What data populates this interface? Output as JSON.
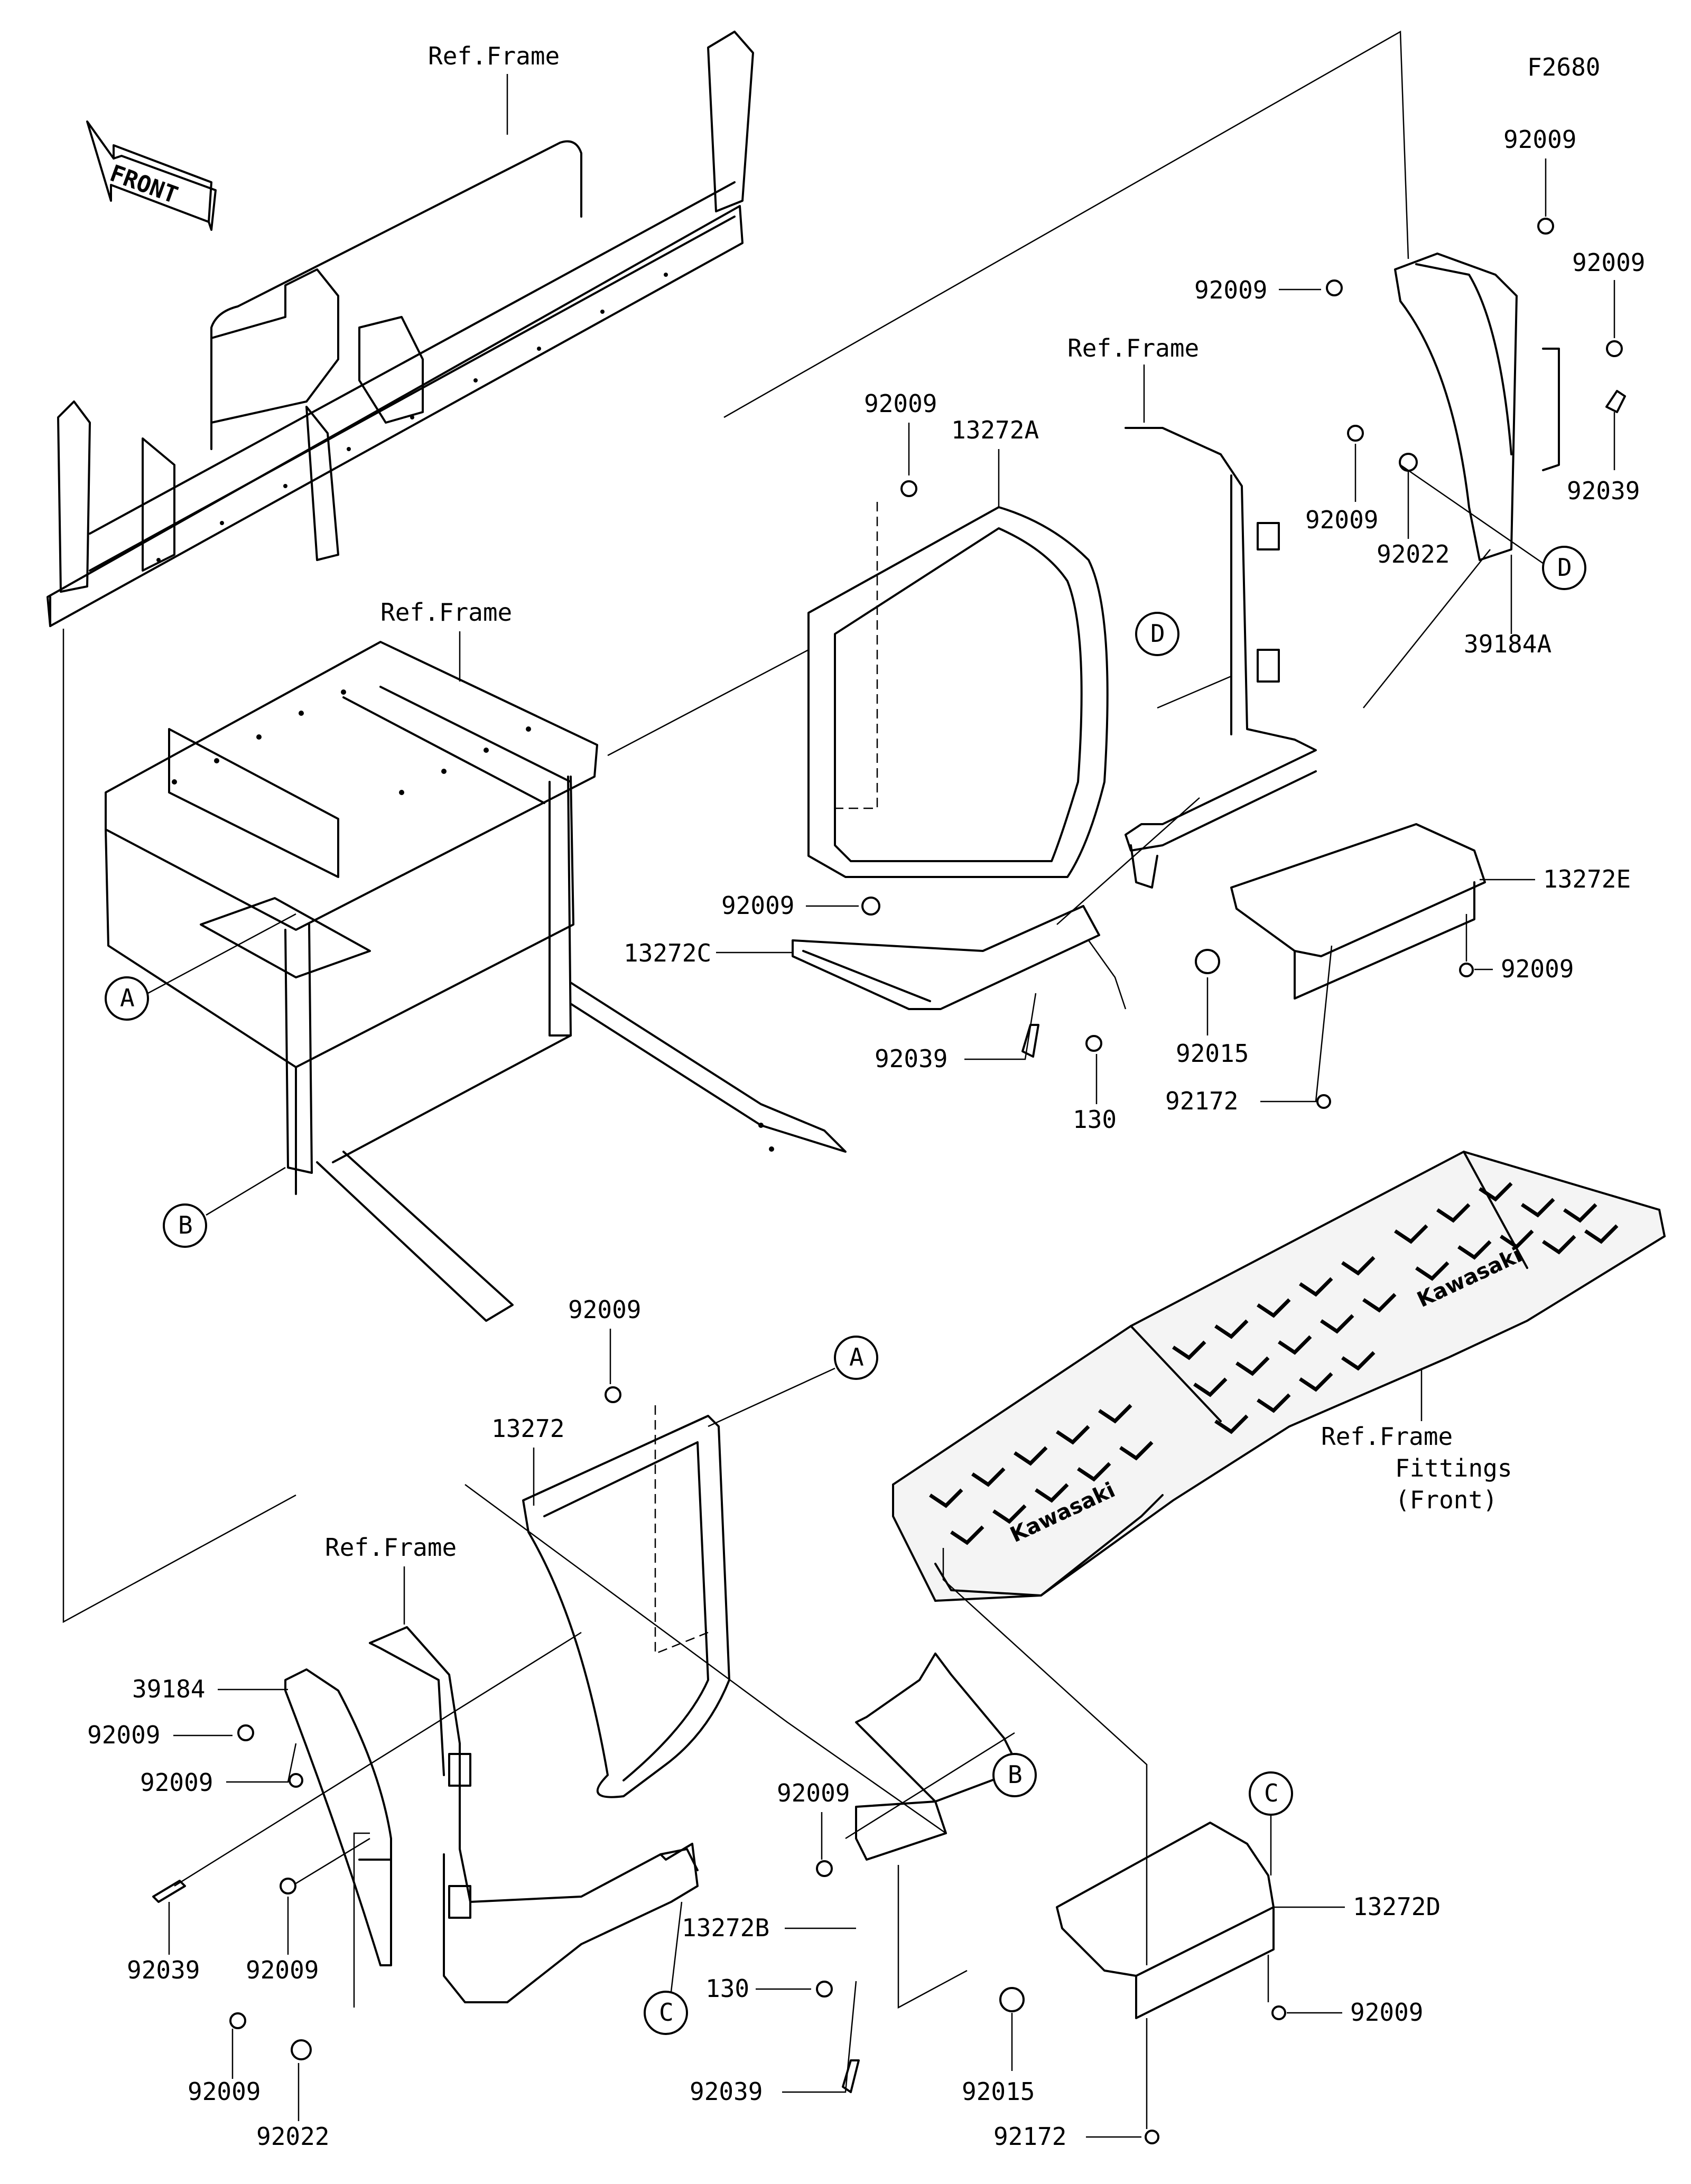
{
  "diagram_code": "F2680",
  "front_label": "FRONT",
  "mat_brand": "Kawasaki",
  "labels": {
    "ref_frame_top": "Ref.Frame",
    "ref_frame_mid_left": "Ref.Frame",
    "ref_frame_mid_right": "Ref.Frame",
    "ref_frame_lower": "Ref.Frame",
    "fittings_1": "Ref.Frame",
    "fittings_2": "Fittings",
    "fittings_3": "(Front)",
    "p_92009_a": "92009",
    "p_92009_b": "92009",
    "p_92009_c": "92009",
    "p_92009_d": "92009",
    "p_92009_e": "92009",
    "p_92009_f": "92009",
    "p_92009_g": "92009",
    "p_92009_h": "92009",
    "p_92009_i": "92009",
    "p_92009_j": "92009",
    "p_92009_k": "92009",
    "p_92009_l": "92009",
    "p_92009_m": "92009",
    "p_92009_n": "92009",
    "p_13272A": "13272A",
    "p_13272C": "13272C",
    "p_13272E": "13272E",
    "p_13272": "13272",
    "p_13272B": "13272B",
    "p_13272D": "13272D",
    "p_39184A": "39184A",
    "p_39184": "39184",
    "p_92039_a": "92039",
    "p_92039_b": "92039",
    "p_92039_c": "92039",
    "p_92039_d": "92039",
    "p_92022_a": "92022",
    "p_92022_b": "92022",
    "p_92015_a": "92015",
    "p_92015_b": "92015",
    "p_92172_a": "92172",
    "p_92172_b": "92172",
    "p_130_a": "130",
    "p_130_b": "130"
  },
  "callouts": {
    "A1": "A",
    "A2": "A",
    "B1": "B",
    "B2": "B",
    "C1": "C",
    "C2": "C",
    "D1": "D",
    "D2": "D"
  }
}
